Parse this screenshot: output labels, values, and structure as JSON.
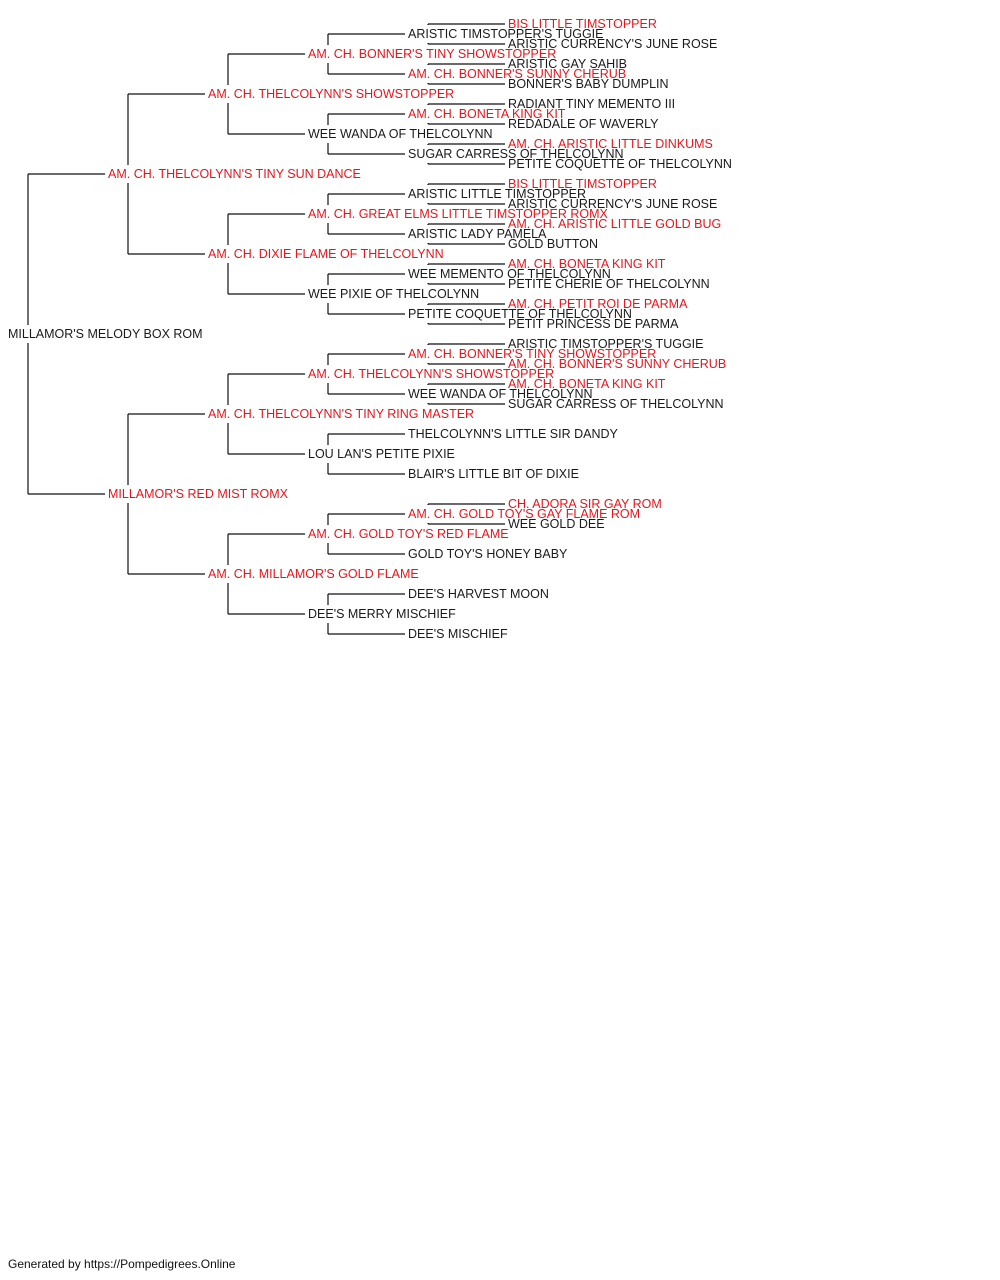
{
  "colors": {
    "champion": "#e8141b",
    "normal": "#1a1a1a",
    "line": "#111111"
  },
  "footer": "Generated by https://Pompedigrees.Online",
  "pedigree": {
    "name": "MILLAMOR'S MELODY BOX ROM",
    "champion": false,
    "sire": {
      "name": "AM. CH. THELCOLYNN'S TINY SUN DANCE",
      "champion": true,
      "sire": {
        "name": "AM. CH. THELCOLYNN'S SHOWSTOPPER",
        "champion": true,
        "sire": {
          "name": "AM. CH. BONNER'S TINY SHOWSTOPPER",
          "champion": true,
          "sire": {
            "name": "ARISTIC TIMSTOPPER'S TUGGIE",
            "champion": false,
            "sire": {
              "name": "BIS LITTLE TIMSTOPPER",
              "champion": true
            },
            "dam": {
              "name": "ARISTIC CURRENCY'S JUNE ROSE",
              "champion": false
            }
          },
          "dam": {
            "name": "AM. CH. BONNER'S SUNNY CHERUB",
            "champion": true,
            "sire": {
              "name": "ARISTIC GAY SAHIB",
              "champion": false
            },
            "dam": {
              "name": "BONNER'S BABY DUMPLIN",
              "champion": false
            }
          }
        },
        "dam": {
          "name": "WEE WANDA OF THELCOLYNN",
          "champion": false,
          "sire": {
            "name": "AM. CH. BONETA KING KIT",
            "champion": true,
            "sire": {
              "name": "RADIANT TINY MEMENTO III",
              "champion": false
            },
            "dam": {
              "name": "REDADALE OF WAVERLY",
              "champion": false
            }
          },
          "dam": {
            "name": "SUGAR CARRESS OF THELCOLYNN",
            "champion": false,
            "sire": {
              "name": "AM. CH. ARISTIC LITTLE DINKUMS",
              "champion": true
            },
            "dam": {
              "name": "PETITE COQUETTE OF THELCOLYNN",
              "champion": false
            }
          }
        }
      },
      "dam": {
        "name": "AM. CH. DIXIE FLAME OF THELCOLYNN",
        "champion": true,
        "sire": {
          "name": "AM. CH. GREAT ELMS LITTLE TIMSTOPPER ROMX",
          "champion": true,
          "sire": {
            "name": "ARISTIC LITTLE TIMSTOPPER",
            "champion": false,
            "sire": {
              "name": "BIS LITTLE TIMSTOPPER",
              "champion": true
            },
            "dam": {
              "name": "ARISTIC CURRENCY'S JUNE ROSE",
              "champion": false
            }
          },
          "dam": {
            "name": "ARISTIC LADY PAMELA",
            "champion": false,
            "sire": {
              "name": "AM. CH. ARISTIC LITTLE GOLD BUG",
              "champion": true
            },
            "dam": {
              "name": "GOLD BUTTON",
              "champion": false
            }
          }
        },
        "dam": {
          "name": "WEE PIXIE OF THELCOLYNN",
          "champion": false,
          "sire": {
            "name": "WEE MEMENTO OF THELCOLYNN",
            "champion": false,
            "sire": {
              "name": "AM. CH. BONETA KING KIT",
              "champion": true
            },
            "dam": {
              "name": "PETITE CHERIE OF THELCOLYNN",
              "champion": false
            }
          },
          "dam": {
            "name": "PETITE COQUETTE OF THELCOLYNN",
            "champion": false,
            "sire": {
              "name": "AM. CH. PETIT ROI DE PARMA",
              "champion": true
            },
            "dam": {
              "name": "PETIT PRINCESS DE PARMA",
              "champion": false
            }
          }
        }
      }
    },
    "dam": {
      "name": "MILLAMOR'S RED MIST ROMX",
      "champion": true,
      "sire": {
        "name": "AM. CH. THELCOLYNN'S TINY RING MASTER",
        "champion": true,
        "sire": {
          "name": "AM. CH. THELCOLYNN'S SHOWSTOPPER",
          "champion": true,
          "sire": {
            "name": "AM. CH. BONNER'S TINY SHOWSTOPPER",
            "champion": true,
            "sire": {
              "name": "ARISTIC TIMSTOPPER'S TUGGIE",
              "champion": false
            },
            "dam": {
              "name": "AM. CH. BONNER'S SUNNY CHERUB",
              "champion": true
            }
          },
          "dam": {
            "name": "WEE WANDA OF THELCOLYNN",
            "champion": false,
            "sire": {
              "name": "AM. CH. BONETA KING KIT",
              "champion": true
            },
            "dam": {
              "name": "SUGAR CARRESS OF THELCOLYNN",
              "champion": false
            }
          }
        },
        "dam": {
          "name": "LOU LAN'S PETITE PIXIE",
          "champion": false,
          "sire": {
            "name": "THELCOLYNN'S LITTLE SIR DANDY",
            "champion": false
          },
          "dam": {
            "name": "BLAIR'S LITTLE BIT OF DIXIE",
            "champion": false
          }
        }
      },
      "dam": {
        "name": "AM. CH. MILLAMOR'S GOLD FLAME",
        "champion": true,
        "sire": {
          "name": "AM. CH. GOLD TOY'S RED FLAME",
          "champion": true,
          "sire": {
            "name": "AM. CH. GOLD TOY'S GAY FLAME ROM",
            "champion": true,
            "sire": {
              "name": "CH. ADORA SIR GAY ROM",
              "champion": true
            },
            "dam": {
              "name": "WEE GOLD DEE",
              "champion": false
            }
          },
          "dam": {
            "name": "GOLD TOY'S HONEY BABY",
            "champion": false
          }
        },
        "dam": {
          "name": "DEE'S MERRY MISCHIEF",
          "champion": false,
          "sire": {
            "name": "DEE'S HARVEST MOON",
            "champion": false
          },
          "dam": {
            "name": "DEE'S MISCHIEF",
            "champion": false
          }
        }
      }
    }
  }
}
